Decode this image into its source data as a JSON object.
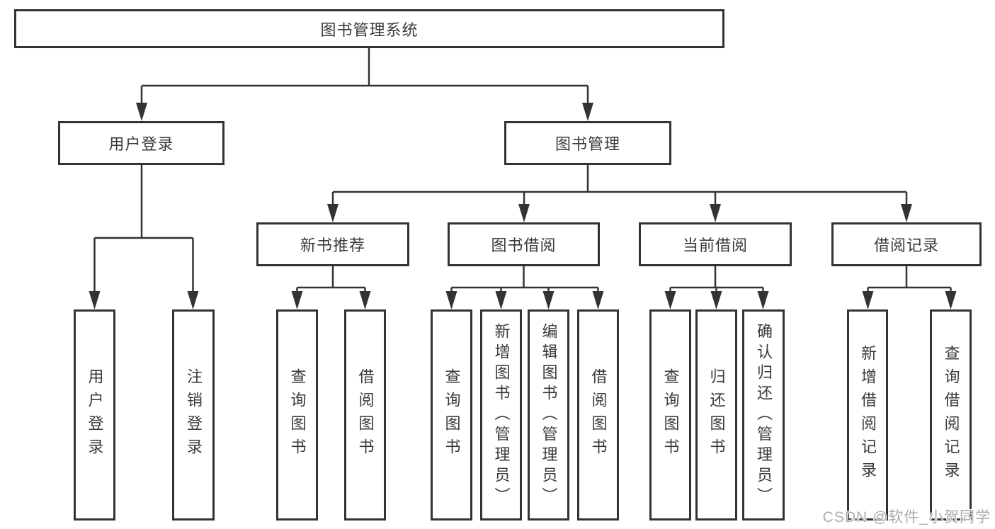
{
  "diagram": {
    "root": {
      "label": "图书管理系统"
    },
    "branches": [
      {
        "label": "用户登录",
        "children": [
          {
            "label": "用户登录"
          },
          {
            "label": "注销登录"
          }
        ]
      },
      {
        "label": "图书管理",
        "children": [
          {
            "label": "新书推荐",
            "children": [
              {
                "label": "查询图书"
              },
              {
                "label": "借阅图书"
              }
            ]
          },
          {
            "label": "图书借阅",
            "children": [
              {
                "label": "查询图书"
              },
              {
                "label": "新增图书（管理员）"
              },
              {
                "label": "编辑图书（管理员）"
              },
              {
                "label": "借阅图书"
              }
            ]
          },
          {
            "label": "当前借阅",
            "children": [
              {
                "label": "查询图书"
              },
              {
                "label": "归还图书"
              },
              {
                "label": "确认归还（管理员）"
              }
            ]
          },
          {
            "label": "借阅记录",
            "children": [
              {
                "label": "新增借阅记录"
              },
              {
                "label": "查询借阅记录"
              }
            ]
          }
        ]
      }
    ]
  },
  "watermark": {
    "text": "CSDN @软件_小贺同学"
  },
  "colors": {
    "line": "#333333",
    "border": "#333333",
    "text": "#3a3a3a",
    "background": "#ffffff",
    "watermark": "#a9adb4"
  }
}
